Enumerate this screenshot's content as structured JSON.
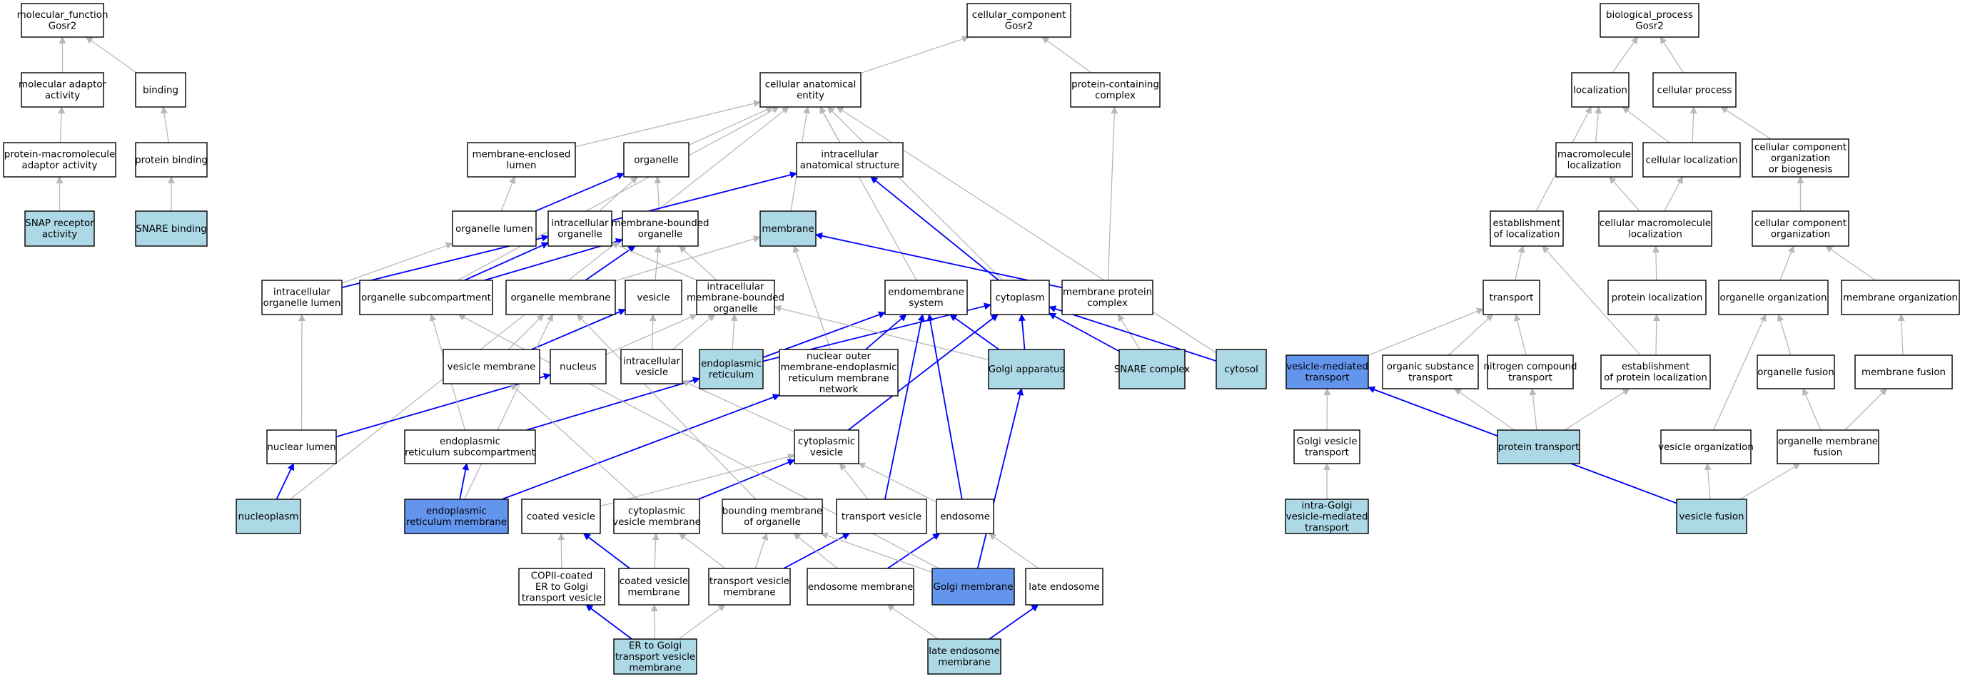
{
  "colors": {
    "node_default": "#ffffff",
    "node_light": "#add8e6",
    "node_highlight": "#6495ed",
    "edge_gray": "#b8b8b8",
    "edge_blue": "#0000ff"
  },
  "nodes": [
    {
      "id": "mf",
      "lines": [
        "molecular_function",
        "Gosr2"
      ],
      "style": "default"
    },
    {
      "id": "mfadapt",
      "lines": [
        "molecular adaptor",
        "activity"
      ],
      "style": "default"
    },
    {
      "id": "binding",
      "lines": [
        "binding"
      ],
      "style": "default"
    },
    {
      "id": "pmaa",
      "lines": [
        "protein-macromolecule",
        "adaptor activity"
      ],
      "style": "default"
    },
    {
      "id": "pbind",
      "lines": [
        "protein binding"
      ],
      "style": "default"
    },
    {
      "id": "snaprec",
      "lines": [
        "SNAP receptor",
        "activity"
      ],
      "style": "light"
    },
    {
      "id": "snarebind",
      "lines": [
        "SNARE binding"
      ],
      "style": "light"
    },
    {
      "id": "cc",
      "lines": [
        "cellular_component",
        "Gosr2"
      ],
      "style": "default"
    },
    {
      "id": "cae",
      "lines": [
        "cellular anatomical",
        "entity"
      ],
      "style": "default"
    },
    {
      "id": "pcc",
      "lines": [
        "protein-containing",
        "complex"
      ],
      "style": "default"
    },
    {
      "id": "mel",
      "lines": [
        "membrane-enclosed",
        "lumen"
      ],
      "style": "default"
    },
    {
      "id": "organelle",
      "lines": [
        "organelle"
      ],
      "style": "default"
    },
    {
      "id": "ias",
      "lines": [
        "intracellular",
        "anatomical structure"
      ],
      "style": "default"
    },
    {
      "id": "orglumen",
      "lines": [
        "organelle lumen"
      ],
      "style": "default"
    },
    {
      "id": "intorg",
      "lines": [
        "intracellular",
        "organelle"
      ],
      "style": "default"
    },
    {
      "id": "mbo",
      "lines": [
        "membrane-bounded",
        "organelle"
      ],
      "style": "default"
    },
    {
      "id": "membrane",
      "lines": [
        "membrane"
      ],
      "style": "light"
    },
    {
      "id": "iol",
      "lines": [
        "intracellular",
        "organelle lumen"
      ],
      "style": "default"
    },
    {
      "id": "orgsub",
      "lines": [
        "organelle subcompartment"
      ],
      "style": "default"
    },
    {
      "id": "orgmem",
      "lines": [
        "organelle membrane"
      ],
      "style": "default"
    },
    {
      "id": "vesicle",
      "lines": [
        "vesicle"
      ],
      "style": "default"
    },
    {
      "id": "imbo",
      "lines": [
        "intracellular",
        "membrane-bounded",
        "organelle"
      ],
      "style": "default"
    },
    {
      "id": "endosys",
      "lines": [
        "endomembrane",
        "system"
      ],
      "style": "default"
    },
    {
      "id": "cytoplasm",
      "lines": [
        "cytoplasm"
      ],
      "style": "default"
    },
    {
      "id": "mpc",
      "lines": [
        "membrane protein",
        "complex"
      ],
      "style": "default"
    },
    {
      "id": "vesmem",
      "lines": [
        "vesicle membrane"
      ],
      "style": "default"
    },
    {
      "id": "nucleus",
      "lines": [
        "nucleus"
      ],
      "style": "default"
    },
    {
      "id": "intves",
      "lines": [
        "intracellular",
        "vesicle"
      ],
      "style": "default"
    },
    {
      "id": "er",
      "lines": [
        "endoplasmic",
        "reticulum"
      ],
      "style": "light"
    },
    {
      "id": "nomer",
      "lines": [
        "nuclear outer",
        "membrane-endoplasmic",
        "reticulum membrane",
        "network"
      ],
      "style": "default"
    },
    {
      "id": "golgi",
      "lines": [
        "Golgi apparatus"
      ],
      "style": "light"
    },
    {
      "id": "snarec",
      "lines": [
        "SNARE complex"
      ],
      "style": "light"
    },
    {
      "id": "cytosol",
      "lines": [
        "cytosol"
      ],
      "style": "light"
    },
    {
      "id": "nuclumen",
      "lines": [
        "nuclear lumen"
      ],
      "style": "default"
    },
    {
      "id": "ersub",
      "lines": [
        "endoplasmic",
        "reticulum subcompartment"
      ],
      "style": "default"
    },
    {
      "id": "cytves",
      "lines": [
        "cytoplasmic",
        "vesicle"
      ],
      "style": "default"
    },
    {
      "id": "nucleoplasm",
      "lines": [
        "nucleoplasm"
      ],
      "style": "light"
    },
    {
      "id": "ermem",
      "lines": [
        "endoplasmic",
        "reticulum membrane"
      ],
      "style": "highlight"
    },
    {
      "id": "coatedves",
      "lines": [
        "coated vesicle"
      ],
      "style": "default"
    },
    {
      "id": "cvm",
      "lines": [
        "cytoplasmic",
        "vesicle membrane"
      ],
      "style": "default"
    },
    {
      "id": "bmo",
      "lines": [
        "bounding membrane",
        "of organelle"
      ],
      "style": "default"
    },
    {
      "id": "transves",
      "lines": [
        "transport vesicle"
      ],
      "style": "default"
    },
    {
      "id": "endosome",
      "lines": [
        "endosome"
      ],
      "style": "default"
    },
    {
      "id": "copii",
      "lines": [
        "COPII-coated",
        "ER to Golgi",
        "transport vesicle"
      ],
      "style": "default"
    },
    {
      "id": "cvesmem",
      "lines": [
        "coated vesicle",
        "membrane"
      ],
      "style": "default"
    },
    {
      "id": "tvesmem",
      "lines": [
        "transport vesicle",
        "membrane"
      ],
      "style": "default"
    },
    {
      "id": "endomem",
      "lines": [
        "endosome membrane"
      ],
      "style": "default"
    },
    {
      "id": "golgimem",
      "lines": [
        "Golgi membrane"
      ],
      "style": "highlight"
    },
    {
      "id": "lateendo",
      "lines": [
        "late endosome"
      ],
      "style": "default"
    },
    {
      "id": "ergolgi",
      "lines": [
        "ER to Golgi",
        "transport vesicle",
        "membrane"
      ],
      "style": "light"
    },
    {
      "id": "leendomem",
      "lines": [
        "late endosome",
        "membrane"
      ],
      "style": "light"
    },
    {
      "id": "bp",
      "lines": [
        "biological_process",
        "Gosr2"
      ],
      "style": "default"
    },
    {
      "id": "localization",
      "lines": [
        "localization"
      ],
      "style": "default"
    },
    {
      "id": "cellproc",
      "lines": [
        "cellular process"
      ],
      "style": "default"
    },
    {
      "id": "macroloc",
      "lines": [
        "macromolecule",
        "localization"
      ],
      "style": "default"
    },
    {
      "id": "cellloc",
      "lines": [
        "cellular localization"
      ],
      "style": "default"
    },
    {
      "id": "ccob",
      "lines": [
        "cellular component",
        "organization",
        "or biogenesis"
      ],
      "style": "default"
    },
    {
      "id": "estloc",
      "lines": [
        "establishment",
        "of localization"
      ],
      "style": "default"
    },
    {
      "id": "cmloc",
      "lines": [
        "cellular macromolecule",
        "localization"
      ],
      "style": "default"
    },
    {
      "id": "cco",
      "lines": [
        "cellular component",
        "organization"
      ],
      "style": "default"
    },
    {
      "id": "transport",
      "lines": [
        "transport"
      ],
      "style": "default"
    },
    {
      "id": "protloc",
      "lines": [
        "protein localization"
      ],
      "style": "default"
    },
    {
      "id": "orgorg",
      "lines": [
        "organelle organization"
      ],
      "style": "default"
    },
    {
      "id": "memorg",
      "lines": [
        "membrane organization"
      ],
      "style": "default"
    },
    {
      "id": "vmt",
      "lines": [
        "vesicle-mediated",
        "transport"
      ],
      "style": "highlight"
    },
    {
      "id": "ost",
      "lines": [
        "organic substance",
        "transport"
      ],
      "style": "default"
    },
    {
      "id": "nct",
      "lines": [
        "nitrogen compound",
        "transport"
      ],
      "style": "default"
    },
    {
      "id": "epl",
      "lines": [
        "establishment",
        "of protein localization"
      ],
      "style": "default"
    },
    {
      "id": "orgfusion",
      "lines": [
        "organelle fusion"
      ],
      "style": "default"
    },
    {
      "id": "memfusion",
      "lines": [
        "membrane fusion"
      ],
      "style": "default"
    },
    {
      "id": "gvt",
      "lines": [
        "Golgi vesicle",
        "transport"
      ],
      "style": "default"
    },
    {
      "id": "prottrans",
      "lines": [
        "protein transport"
      ],
      "style": "light"
    },
    {
      "id": "vesorg",
      "lines": [
        "vesicle organization"
      ],
      "style": "default"
    },
    {
      "id": "omf",
      "lines": [
        "organelle membrane",
        "fusion"
      ],
      "style": "default"
    },
    {
      "id": "igvmt",
      "lines": [
        "intra-Golgi",
        "vesicle-mediated",
        "transport"
      ],
      "style": "light"
    },
    {
      "id": "vesfusion",
      "lines": [
        "vesicle fusion"
      ],
      "style": "light"
    }
  ],
  "edges": [
    [
      "mfadapt",
      "mf",
      "gray"
    ],
    [
      "binding",
      "mf",
      "gray"
    ],
    [
      "pmaa",
      "mfadapt",
      "gray"
    ],
    [
      "pbind",
      "binding",
      "gray"
    ],
    [
      "snaprec",
      "pmaa",
      "gray"
    ],
    [
      "snarebind",
      "pbind",
      "gray"
    ],
    [
      "cae",
      "cc",
      "gray"
    ],
    [
      "pcc",
      "cc",
      "gray"
    ],
    [
      "mel",
      "cae",
      "gray"
    ],
    [
      "organelle",
      "cae",
      "gray"
    ],
    [
      "ias",
      "cae",
      "gray"
    ],
    [
      "membrane",
      "cae",
      "gray"
    ],
    [
      "orgsub",
      "cae",
      "gray"
    ],
    [
      "endosys",
      "cae",
      "gray"
    ],
    [
      "cytoplasm",
      "cae",
      "gray"
    ],
    [
      "cytosol",
      "cae",
      "gray"
    ],
    [
      "nucleoplasm",
      "cae",
      "gray"
    ],
    [
      "orglumen",
      "mel",
      "gray"
    ],
    [
      "orglumen",
      "organelle",
      "blue"
    ],
    [
      "intorg",
      "organelle",
      "gray"
    ],
    [
      "mbo",
      "organelle",
      "gray"
    ],
    [
      "intorg",
      "ias",
      "blue"
    ],
    [
      "cytoplasm",
      "ias",
      "blue"
    ],
    [
      "iol",
      "intorg",
      "blue"
    ],
    [
      "orgsub",
      "intorg",
      "blue"
    ],
    [
      "iol",
      "orglumen",
      "gray"
    ],
    [
      "orgmem",
      "mbo",
      "blue"
    ],
    [
      "orgsub",
      "mbo",
      "blue"
    ],
    [
      "vesicle",
      "mbo",
      "gray"
    ],
    [
      "imbo",
      "mbo",
      "gray"
    ],
    [
      "imbo",
      "intorg",
      "gray"
    ],
    [
      "orgmem",
      "membrane",
      "gray"
    ],
    [
      "mpc",
      "membrane",
      "blue"
    ],
    [
      "nomer",
      "membrane",
      "gray"
    ],
    [
      "mpc",
      "pcc",
      "gray"
    ],
    [
      "er",
      "imbo",
      "gray"
    ],
    [
      "er",
      "endosys",
      "blue"
    ],
    [
      "er",
      "cytoplasm",
      "blue"
    ],
    [
      "intves",
      "vesicle",
      "gray"
    ],
    [
      "intves",
      "imbo",
      "gray"
    ],
    [
      "nucleus",
      "imbo",
      "gray"
    ],
    [
      "golgi",
      "imbo",
      "gray"
    ],
    [
      "nomer",
      "endosys",
      "blue"
    ],
    [
      "golgi",
      "endosys",
      "blue"
    ],
    [
      "golgi",
      "cytoplasm",
      "blue"
    ],
    [
      "snarec",
      "mpc",
      "gray"
    ],
    [
      "snarec",
      "cytoplasm",
      "blue"
    ],
    [
      "cytosol",
      "cytoplasm",
      "blue"
    ],
    [
      "vesmem",
      "vesicle",
      "blue"
    ],
    [
      "vesmem",
      "orgmem",
      "gray"
    ],
    [
      "nuclumen",
      "nucleus",
      "blue"
    ],
    [
      "nuclumen",
      "iol",
      "gray"
    ],
    [
      "ersub",
      "er",
      "blue"
    ],
    [
      "ersub",
      "orgsub",
      "gray"
    ],
    [
      "cytves",
      "intves",
      "gray"
    ],
    [
      "cytves",
      "cytoplasm",
      "blue"
    ],
    [
      "nucleoplasm",
      "nuclumen",
      "blue"
    ],
    [
      "ermem",
      "ersub",
      "blue"
    ],
    [
      "ermem",
      "nomer",
      "blue"
    ],
    [
      "ermem",
      "orgmem",
      "gray"
    ],
    [
      "coatedves",
      "cytves",
      "gray"
    ],
    [
      "cvm",
      "cytves",
      "blue"
    ],
    [
      "cvm",
      "vesmem",
      "gray"
    ],
    [
      "bmo",
      "orgmem",
      "gray"
    ],
    [
      "transves",
      "cytves",
      "gray"
    ],
    [
      "transves",
      "endosys",
      "blue"
    ],
    [
      "endosome",
      "endosys",
      "blue"
    ],
    [
      "endosome",
      "cytves",
      "gray"
    ],
    [
      "copii",
      "coatedves",
      "gray"
    ],
    [
      "cvesmem",
      "coatedves",
      "blue"
    ],
    [
      "cvesmem",
      "cvm",
      "gray"
    ],
    [
      "tvesmem",
      "transves",
      "blue"
    ],
    [
      "tvesmem",
      "cvm",
      "gray"
    ],
    [
      "tvesmem",
      "bmo",
      "gray"
    ],
    [
      "endomem",
      "endosome",
      "blue"
    ],
    [
      "endomem",
      "bmo",
      "gray"
    ],
    [
      "golgimem",
      "golgi",
      "blue"
    ],
    [
      "golgimem",
      "bmo",
      "gray"
    ],
    [
      "golgimem",
      "orgsub",
      "gray"
    ],
    [
      "lateendo",
      "endosome",
      "gray"
    ],
    [
      "ergolgi",
      "copii",
      "blue"
    ],
    [
      "ergolgi",
      "cvesmem",
      "gray"
    ],
    [
      "ergolgi",
      "tvesmem",
      "gray"
    ],
    [
      "leendomem",
      "lateendo",
      "blue"
    ],
    [
      "leendomem",
      "endomem",
      "gray"
    ],
    [
      "localization",
      "bp",
      "gray"
    ],
    [
      "cellproc",
      "bp",
      "gray"
    ],
    [
      "macroloc",
      "localization",
      "gray"
    ],
    [
      "cellloc",
      "localization",
      "gray"
    ],
    [
      "cellloc",
      "cellproc",
      "gray"
    ],
    [
      "ccob",
      "cellproc",
      "gray"
    ],
    [
      "estloc",
      "localization",
      "gray"
    ],
    [
      "cmloc",
      "macroloc",
      "gray"
    ],
    [
      "cmloc",
      "cellloc",
      "gray"
    ],
    [
      "cco",
      "ccob",
      "gray"
    ],
    [
      "transport",
      "estloc",
      "gray"
    ],
    [
      "protloc",
      "cmloc",
      "gray"
    ],
    [
      "orgorg",
      "cco",
      "gray"
    ],
    [
      "memorg",
      "cco",
      "gray"
    ],
    [
      "vmt",
      "transport",
      "gray"
    ],
    [
      "ost",
      "transport",
      "gray"
    ],
    [
      "nct",
      "transport",
      "gray"
    ],
    [
      "epl",
      "protloc",
      "gray"
    ],
    [
      "epl",
      "estloc",
      "gray"
    ],
    [
      "orgfusion",
      "orgorg",
      "gray"
    ],
    [
      "memfusion",
      "memorg",
      "gray"
    ],
    [
      "gvt",
      "vmt",
      "gray"
    ],
    [
      "prottrans",
      "ost",
      "gray"
    ],
    [
      "prottrans",
      "nct",
      "gray"
    ],
    [
      "prottrans",
      "epl",
      "gray"
    ],
    [
      "vesorg",
      "orgorg",
      "gray"
    ],
    [
      "omf",
      "orgfusion",
      "gray"
    ],
    [
      "omf",
      "memfusion",
      "gray"
    ],
    [
      "igvmt",
      "gvt",
      "gray"
    ],
    [
      "vesfusion",
      "vmt",
      "blue"
    ],
    [
      "vesfusion",
      "vesorg",
      "gray"
    ],
    [
      "vesfusion",
      "omf",
      "gray"
    ]
  ]
}
